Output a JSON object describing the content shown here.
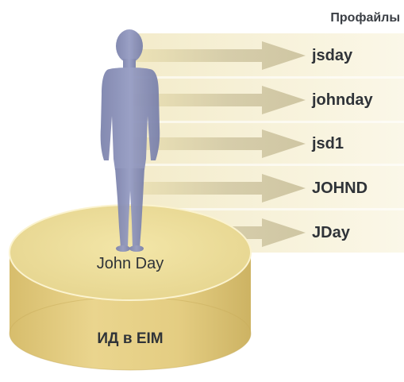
{
  "header": {
    "profiles_title": "Профайлы"
  },
  "person": {
    "name": "John Day"
  },
  "cylinder": {
    "label": "ИД в EIM"
  },
  "profiles": [
    {
      "name": "jsday"
    },
    {
      "name": "johnday"
    },
    {
      "name": "jsd1"
    },
    {
      "name": "JOHND"
    },
    {
      "name": "JDay"
    }
  ],
  "colors": {
    "panel": "#f4ecc6",
    "arrow": "#d2c9a2",
    "cylinder_top": "#eadb94",
    "cylinder_side": "#dfc779",
    "person": "#8a90b8",
    "text_dark": "#2f3338"
  }
}
